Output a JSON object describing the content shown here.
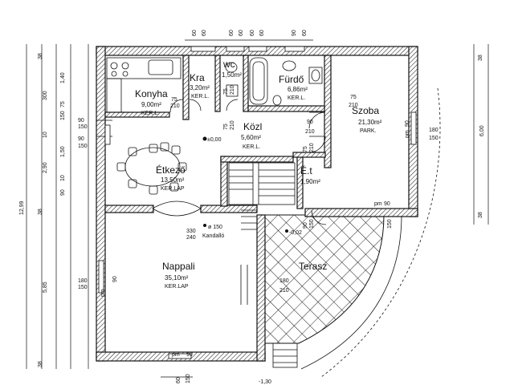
{
  "rooms": {
    "konyha": {
      "name": "Konyha",
      "area": "9,00m²",
      "floor": "KER.L."
    },
    "kamra": {
      "name": "Kra",
      "area": "3,20m²",
      "floor": "KER.L."
    },
    "wc": {
      "name": "wc",
      "area": "1,50m²"
    },
    "furdo": {
      "name": "Fürdő",
      "area": "6,86m²",
      "floor": "KER.L."
    },
    "szoba": {
      "name": "Szoba",
      "area": "21,30m²",
      "floor": "PARK."
    },
    "kozl": {
      "name": "Közl",
      "area": "5,60m²",
      "floor": "KER.L."
    },
    "etkezo": {
      "name": "Étkező",
      "area": "13,50m²",
      "floor": "KER.LAP"
    },
    "et": {
      "name": "É.t",
      "area": "1,90m²"
    },
    "nappali": {
      "name": "Nappali",
      "area": "35,10m²",
      "floor": "KER.LAP"
    },
    "terasz": {
      "name": "Terasz"
    }
  },
  "levels": {
    "main": "±0,00",
    "terrace": "-0,02",
    "outside": "-1,30"
  },
  "kandallo": {
    "size": "ø 150",
    "label": "Kandalló",
    "dim_top": "330",
    "dim_bottom": "240"
  },
  "dims_top": [
    "60",
    "60",
    "60",
    "60",
    "60",
    "60",
    "90",
    "60"
  ],
  "dims_bottom": [
    "60",
    "150"
  ],
  "dims_left_outer": [
    "12,99"
  ],
  "dims_left_inner": [
    "38",
    "1,40",
    "300",
    "75",
    "150",
    "10",
    "1,50",
    "2,90",
    "10",
    "90",
    "38",
    "5,85",
    "38"
  ],
  "dims_right": [
    "38",
    "6,00",
    "38"
  ],
  "openings": {
    "konyha_window": {
      "top": "90",
      "bottom": "150"
    },
    "etkezo_window": {
      "top": "90",
      "bottom": "150"
    },
    "nappali_window": {
      "top": "180",
      "bottom": "150",
      "tag": "pm",
      "width": "90"
    },
    "szoba_window": {
      "top": "180",
      "bottom": "150",
      "tag": "pm",
      "width": "90"
    },
    "nappali_bottom": {
      "tag": "pm",
      "width": "90"
    },
    "terasz_door": {
      "top": "180",
      "bottom": "210"
    },
    "corner_window": {
      "tag": "pm",
      "width": "90",
      "sill": "150"
    },
    "szoba_door": {
      "top": "75",
      "bottom": "210"
    },
    "kozl_door": {
      "top": "90",
      "bottom": "210"
    },
    "et_door": {
      "top": "75",
      "bottom": "210"
    },
    "konyha_door": {
      "top": "75",
      "bottom": "210"
    },
    "kamra_door": {
      "top": "75",
      "bottom": "210"
    },
    "kamra_door2": {
      "top": "75",
      "bottom": "210"
    },
    "terasz_small": {
      "top": "90",
      "bottom": "150"
    }
  }
}
